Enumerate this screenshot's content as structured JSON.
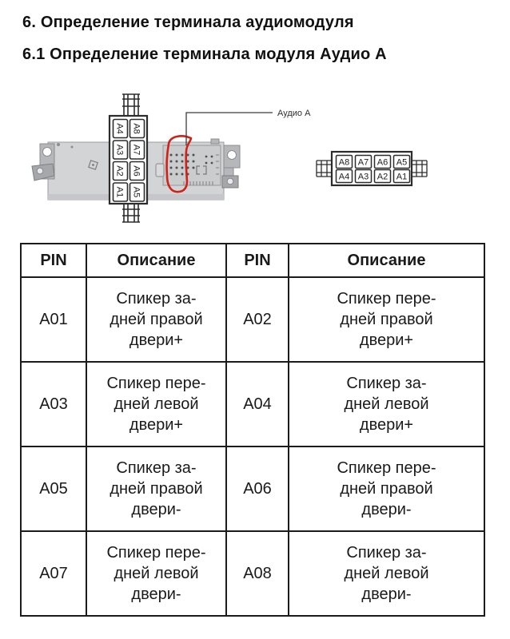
{
  "headings": {
    "section": "6. Определение терминала аудиомодуля",
    "subsection": "6.1 Определение терминала модуля Аудио А"
  },
  "diagram": {
    "callout_label": "Аудио А",
    "highlight_color": "#cf2218",
    "vertical_connector": {
      "left_column": [
        "A4",
        "A3",
        "A2",
        "A1"
      ],
      "right_column": [
        "A8",
        "A7",
        "A6",
        "A5"
      ]
    },
    "horizontal_connector": {
      "top_row": [
        "A8",
        "A7",
        "A6",
        "A5"
      ],
      "bottom_row": [
        "A4",
        "A3",
        "A2",
        "A1"
      ]
    }
  },
  "table": {
    "headers": [
      "PIN",
      "Описание",
      "PIN",
      "Описание"
    ],
    "rows": [
      {
        "pin1": "A01",
        "desc1": "Спикер за-\nдней правой\nдвери+",
        "pin2": "A02",
        "desc2": "Спикер пере-\nдней правой\nдвери+"
      },
      {
        "pin1": "A03",
        "desc1": "Спикер пере-\nдней левой\nдвери+",
        "pin2": "A04",
        "desc2": "Спикер за-\nдней левой\nдвери+"
      },
      {
        "pin1": "A05",
        "desc1": "Спикер за-\nдней правой\nдвери-",
        "pin2": "A06",
        "desc2": "Спикер пере-\nдней правой\nдвери-"
      },
      {
        "pin1": "A07",
        "desc1": "Спикер пере-\nдней левой\nдвери-",
        "pin2": "A08",
        "desc2": "Спикер за-\nдней левой\nдвери-"
      }
    ]
  }
}
